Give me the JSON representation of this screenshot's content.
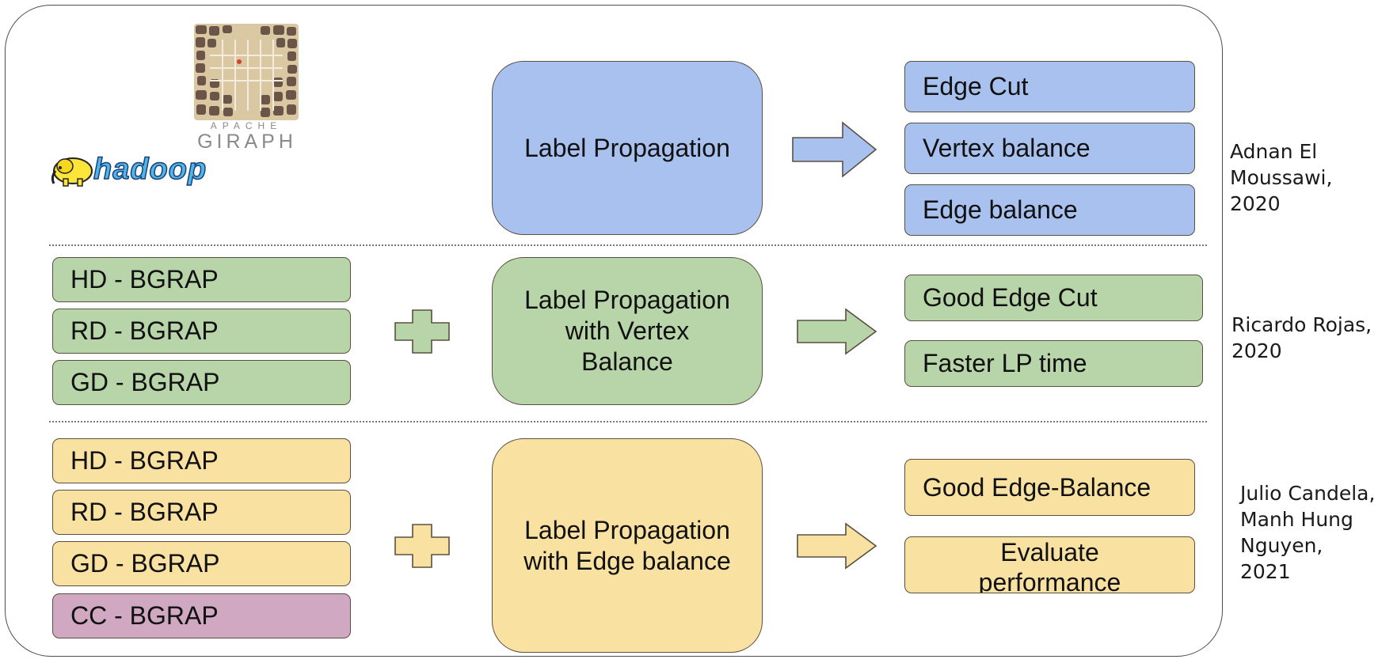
{
  "logos": {
    "giraph_small": "APACHE",
    "giraph_main": "GIRAPH",
    "hadoop": "hadoop"
  },
  "colors": {
    "blue": "#a8c1ee",
    "green": "#b8d4a9",
    "yellow": "#f8e1a1",
    "purple": "#d0a8c2"
  },
  "rows": [
    {
      "inputs": [],
      "center": "Label Propagation",
      "outputs": [
        "Edge Cut",
        "Vertex balance",
        "Edge balance"
      ],
      "author": "Adnan El\nMoussawi,\n2020"
    },
    {
      "inputs": [
        "HD - BGRAP",
        "RD - BGRAP",
        "GD - BGRAP"
      ],
      "center": "Label Propagation\nwith Vertex\nBalance",
      "outputs": [
        "Good Edge Cut",
        "Faster LP time"
      ],
      "author": "Ricardo Rojas,\n2020"
    },
    {
      "inputs": [
        "HD - BGRAP",
        "RD - BGRAP",
        "GD - BGRAP",
        "CC - BGRAP"
      ],
      "center": "Label Propagation\nwith Edge balance",
      "outputs": [
        "Good Edge-Balance",
        "Evaluate\nperformance"
      ],
      "author": "Julio Candela,\nManh Hung\nNguyen,\n2021"
    }
  ]
}
